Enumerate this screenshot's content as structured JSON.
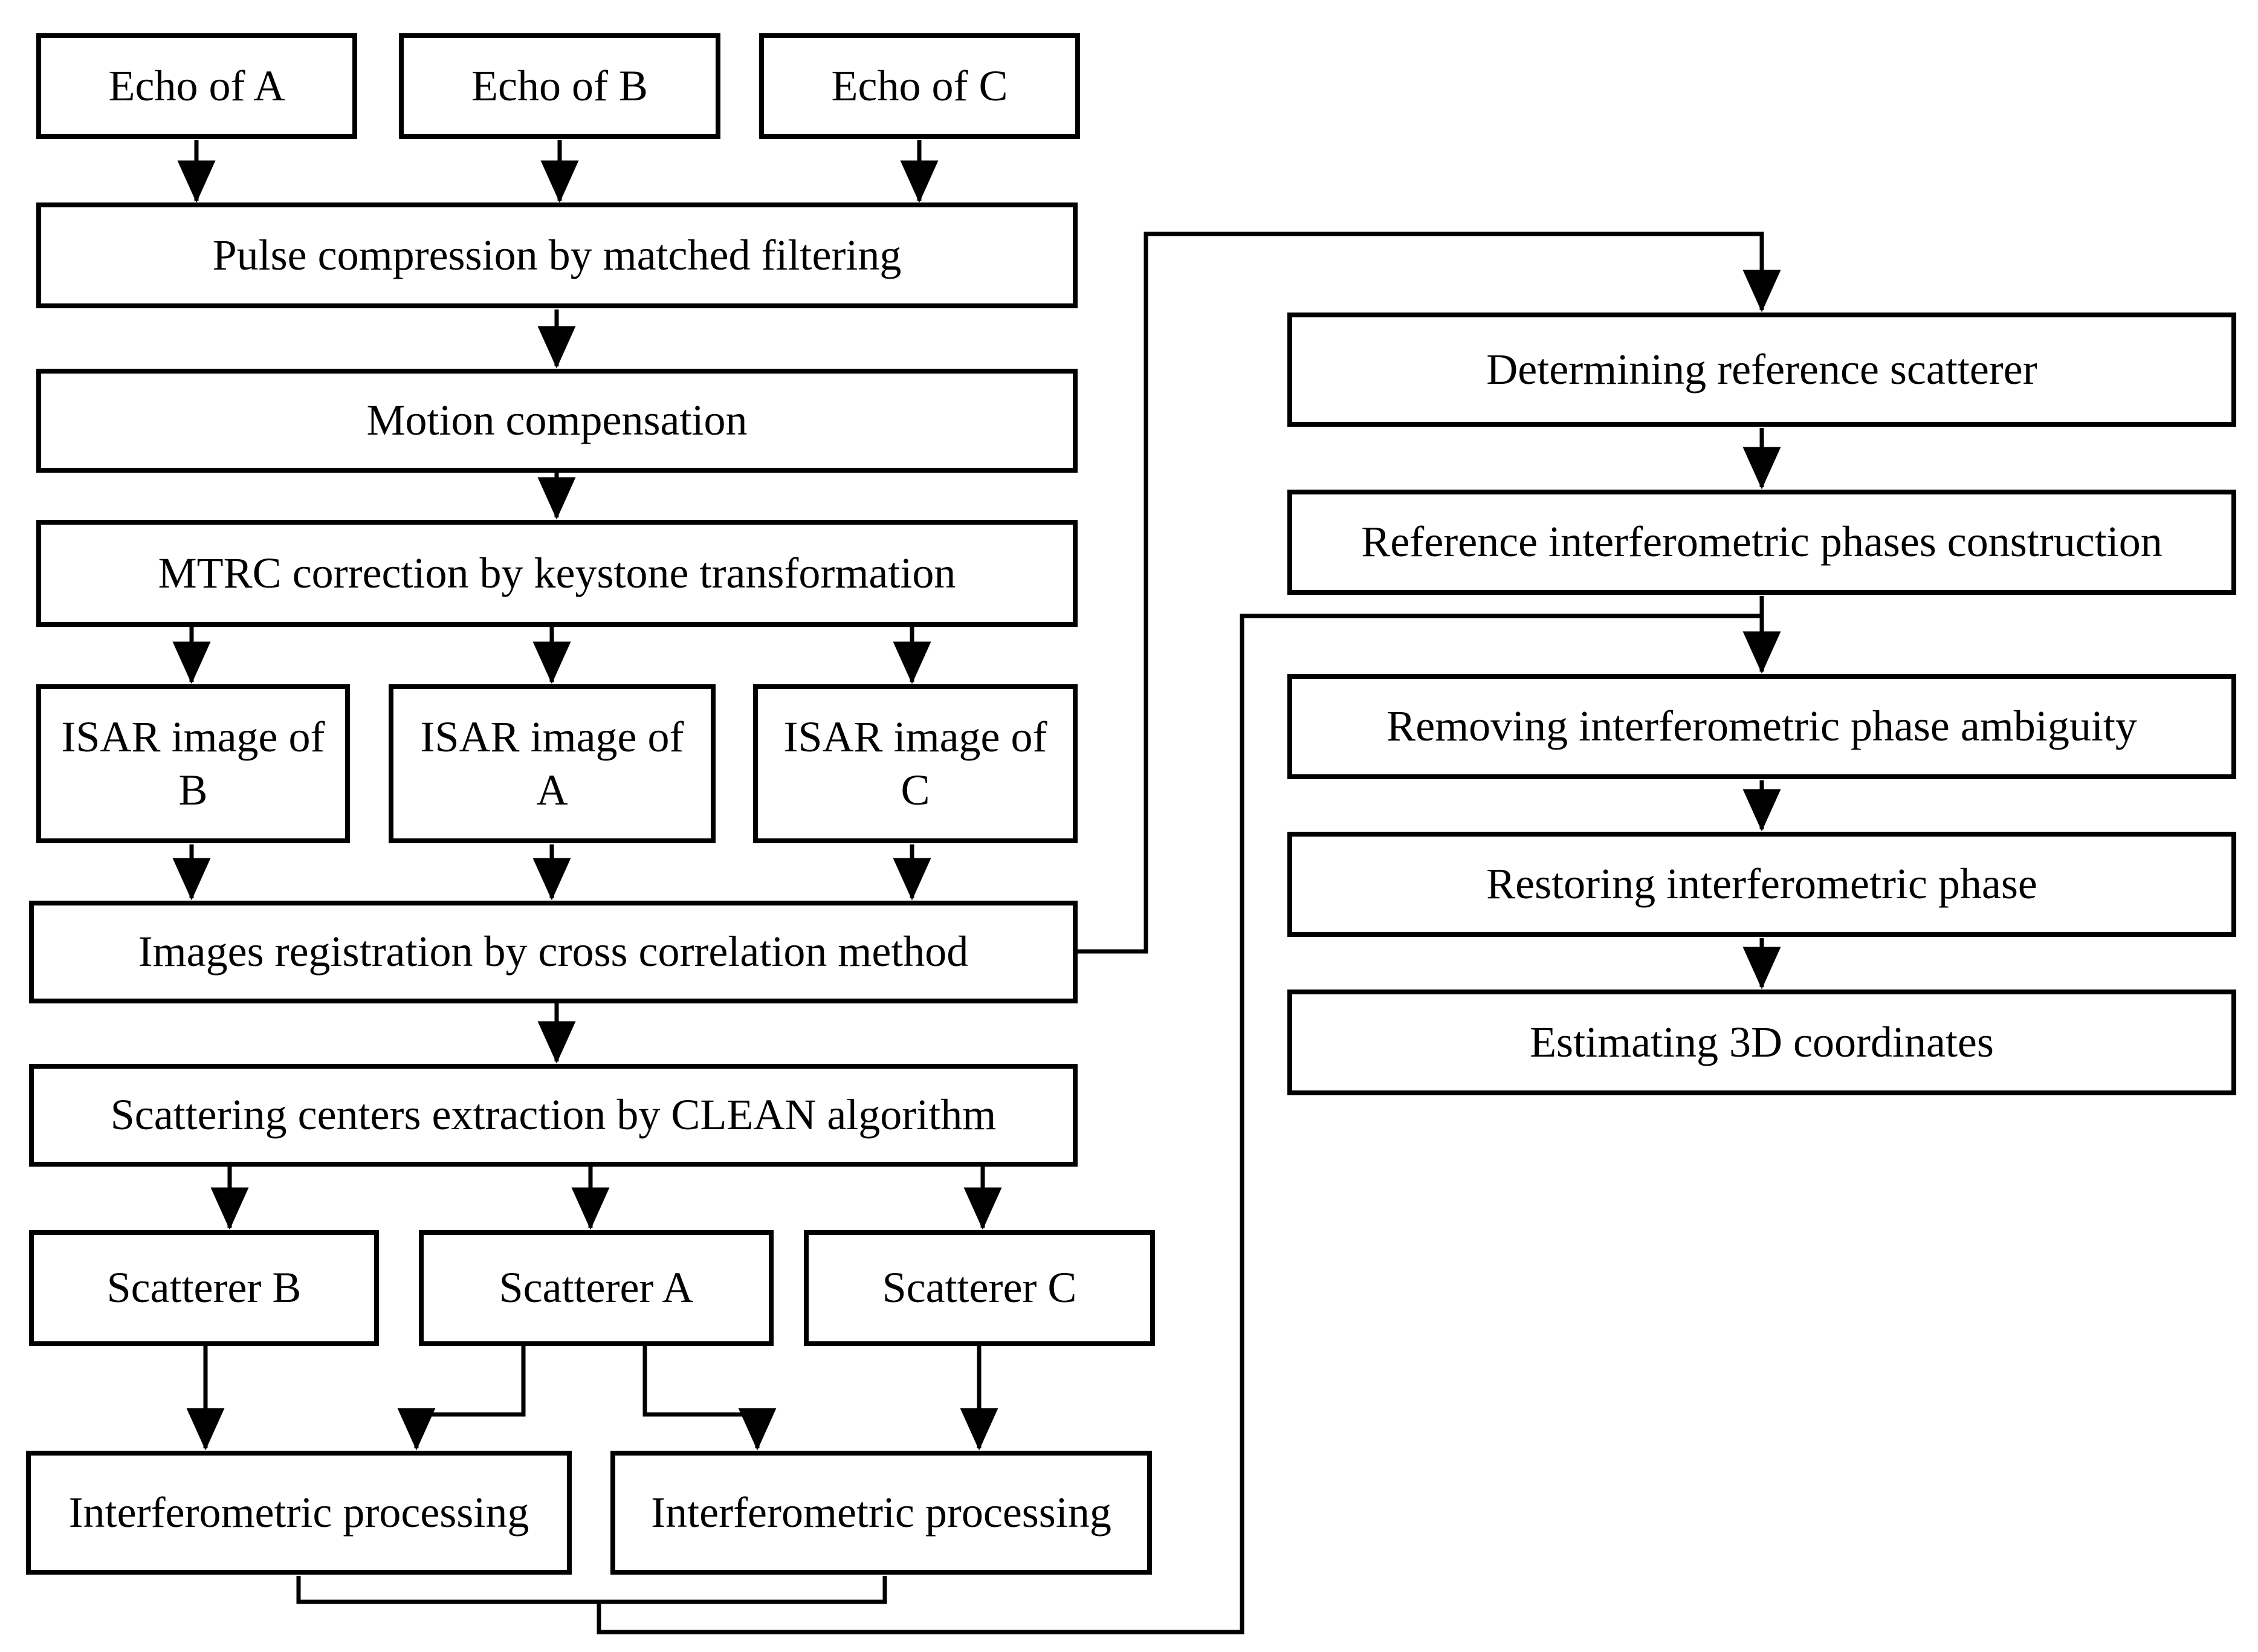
{
  "colors": {
    "background": "#ffffff",
    "node_fill": "#ffffff",
    "line": "#000000",
    "text": "#000000"
  },
  "nodes": {
    "echo_a": {
      "label": "Echo of A"
    },
    "echo_b": {
      "label": "Echo of B"
    },
    "echo_c": {
      "label": "Echo of C"
    },
    "pulse_compression": {
      "label": "Pulse compression by matched filtering"
    },
    "motion_compensation": {
      "label": "Motion compensation"
    },
    "mtrc_correction": {
      "label": "MTRC correction by keystone transformation"
    },
    "isar_image_b": {
      "line1": "ISAR image of",
      "line2": "B"
    },
    "isar_image_a": {
      "line1": "ISAR image of",
      "line2": "A"
    },
    "isar_image_c": {
      "line1": "ISAR image of",
      "line2": "C"
    },
    "images_registration": {
      "label": "Images registration by cross correlation method"
    },
    "scattering_extraction": {
      "label": "Scattering centers extraction by CLEAN algorithm"
    },
    "scatterer_b": {
      "label": "Scatterer B"
    },
    "scatterer_a": {
      "label": "Scatterer A"
    },
    "scatterer_c": {
      "label": "Scatterer C"
    },
    "interferometric_left": {
      "label": "Interferometric processing"
    },
    "interferometric_right": {
      "label": "Interferometric processing"
    },
    "determining_reference": {
      "label": "Determining reference scatterer"
    },
    "reference_construction": {
      "label": "Reference interferometric phases construction"
    },
    "removing_ambiguity": {
      "label": "Removing interferometric phase ambiguity"
    },
    "restoring_phase": {
      "label": "Restoring interferometric phase"
    },
    "estimating_3d": {
      "label": "Estimating 3D coordinates"
    }
  },
  "edges": [
    {
      "from": "echo_a",
      "to": "pulse_compression"
    },
    {
      "from": "echo_b",
      "to": "pulse_compression"
    },
    {
      "from": "echo_c",
      "to": "pulse_compression"
    },
    {
      "from": "pulse_compression",
      "to": "motion_compensation"
    },
    {
      "from": "motion_compensation",
      "to": "mtrc_correction"
    },
    {
      "from": "mtrc_correction",
      "to": "isar_image_b"
    },
    {
      "from": "mtrc_correction",
      "to": "isar_image_a"
    },
    {
      "from": "mtrc_correction",
      "to": "isar_image_c"
    },
    {
      "from": "isar_image_b",
      "to": "images_registration"
    },
    {
      "from": "isar_image_a",
      "to": "images_registration"
    },
    {
      "from": "isar_image_c",
      "to": "images_registration"
    },
    {
      "from": "images_registration",
      "to": "scattering_extraction"
    },
    {
      "from": "scattering_extraction",
      "to": "scatterer_b"
    },
    {
      "from": "scattering_extraction",
      "to": "scatterer_a"
    },
    {
      "from": "scattering_extraction",
      "to": "scatterer_c"
    },
    {
      "from": "scatterer_b",
      "to": "interferometric_left"
    },
    {
      "from": "scatterer_a",
      "to": "interferometric_left"
    },
    {
      "from": "scatterer_a",
      "to": "interferometric_right"
    },
    {
      "from": "scatterer_c",
      "to": "interferometric_right"
    },
    {
      "from": "images_registration",
      "to": "determining_reference"
    },
    {
      "from": "determining_reference",
      "to": "reference_construction"
    },
    {
      "from": "reference_construction",
      "to": "removing_ambiguity"
    },
    {
      "from": "interferometric_left",
      "to": "removing_ambiguity"
    },
    {
      "from": "interferometric_right",
      "to": "removing_ambiguity"
    },
    {
      "from": "removing_ambiguity",
      "to": "restoring_phase"
    },
    {
      "from": "restoring_phase",
      "to": "estimating_3d"
    }
  ]
}
